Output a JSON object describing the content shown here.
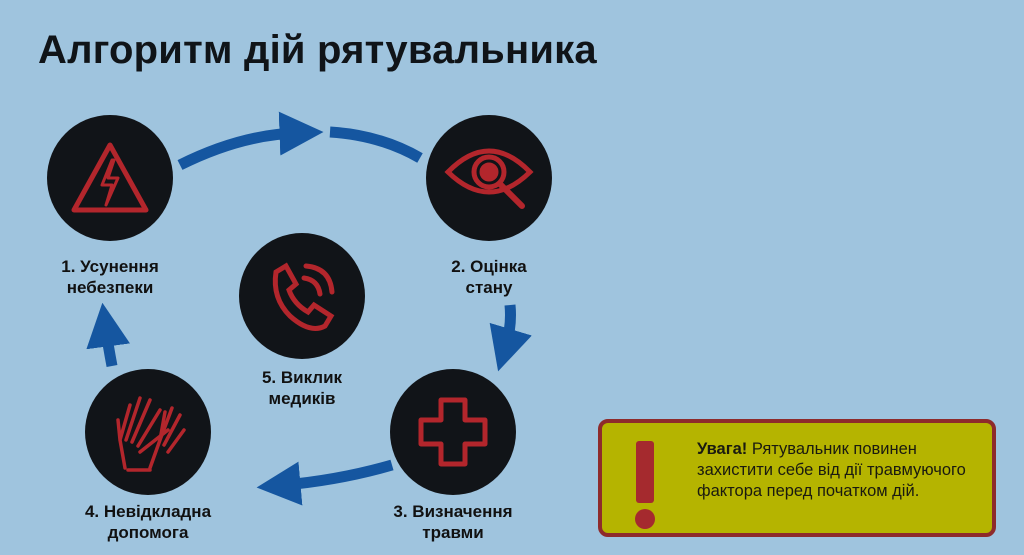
{
  "title": "Алгоритм дій рятувальника",
  "steps": [
    {
      "label": "1. Усунення небезпеки",
      "line1": "1. Усунення",
      "line2": "небезпеки",
      "icon": "electric-hazard-icon"
    },
    {
      "label": "2. Оцінка стану",
      "line1": "2. Оцінка",
      "line2": "стану",
      "icon": "eye-magnifier-icon"
    },
    {
      "label": "3. Визначення травми",
      "line1": "3. Визначення",
      "line2": "травми",
      "icon": "medical-cross-icon"
    },
    {
      "label": "4. Невідкладна допомога",
      "line1": "4. Невідкладна",
      "line2": "допомога",
      "icon": "hands-icon"
    },
    {
      "label": "5. Виклик медиків",
      "line1": "5. Виклик",
      "line2": "медиків",
      "icon": "phone-call-icon"
    }
  ],
  "warning": {
    "heading": "Увага!",
    "text": "Рятувальник повинен захистити себе від дії травмуючого фактора перед початком дій."
  },
  "colors": {
    "background": "#9fc4de",
    "circle": "#111418",
    "icon": "#b3262c",
    "arrow": "#1556a0",
    "warning_bg": "#b5b400",
    "warning_border": "#8e2b2b"
  }
}
